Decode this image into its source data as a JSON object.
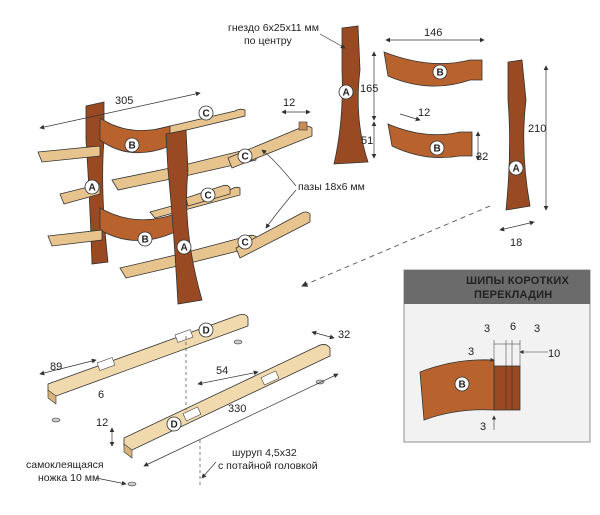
{
  "labels": {
    "socket_note_1": "гнездо 6х25х11 мм",
    "socket_note_2": "по центру",
    "grooves_note": "пазы 18х6 мм",
    "foot_note_1": "самоклеящаяся",
    "foot_note_2": "ножка 10 мм",
    "screw_note_1": "шуруп 4,5х32",
    "screw_note_2": "с потайной головкой"
  },
  "dimensions": {
    "rack_width": "305",
    "arm_end": "12",
    "post_upper": "165",
    "post_lower": "51",
    "beam_top": "146",
    "beam_short_tenon": "12",
    "beam_short_height": "32",
    "post_height": "210",
    "post_width": "18",
    "base_width": "32",
    "base_end": "89",
    "base_notch": "6",
    "base_mid": "54",
    "base_length": "330",
    "base_thickness": "12"
  },
  "part_letters": {
    "post": "A",
    "beam": "B",
    "arm": "C",
    "base": "D"
  },
  "inset": {
    "title_1": "ШИПЫ КОРОТКИХ",
    "title_2": "ПЕРЕКЛАДИН",
    "dim_left": "3",
    "dim_mid": "6",
    "dim_right": "3",
    "dim_side": "3",
    "dim_end": "10",
    "dim_bottom": "3",
    "part": "B"
  },
  "colors": {
    "wood_dark": "#9a4a22",
    "wood_mid": "#b8632e",
    "wood_light": "#e7c48e",
    "wood_pale": "#f0d9ad",
    "line": "#333333",
    "inset_header": "#6b6b6b",
    "inset_bg": "#f2f2f2"
  }
}
